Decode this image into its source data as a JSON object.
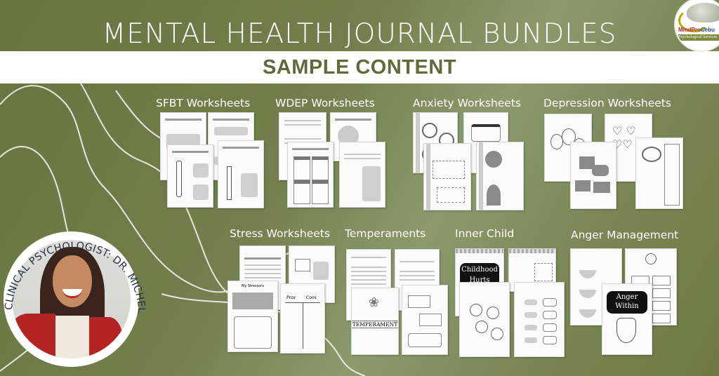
{
  "header": {
    "title": "MENTAL HEALTH JOURNAL BUNDLES",
    "subtitle": "SAMPLE CONTENT"
  },
  "logo": {
    "brand_part1": "MindPro",
    "brand_part2": "Cebu",
    "tagline": "Psychological Services"
  },
  "portrait": {
    "caption": "CLINICAL PSYCHOLOGIST: DR. MICHELLE ABELLA CELLONA"
  },
  "colors": {
    "background": "#6f7c47",
    "banner": "#ffffff",
    "subtitle_text": "#5f6b38",
    "jacket": "#b52424"
  },
  "sections": [
    {
      "title": "SFBT Worksheets"
    },
    {
      "title": "WDEP Worksheets"
    },
    {
      "title": "Anxiety Worksheets"
    },
    {
      "title": "Depression Worksheets"
    },
    {
      "title": "Stress Worksheets"
    },
    {
      "title": "Temperaments"
    },
    {
      "title": "Inner Child"
    },
    {
      "title": "Anger Management"
    }
  ],
  "page_labels": {
    "temperament_cover": "TEMPERAMENT",
    "childhood_line1": "Childhood",
    "childhood_line2": "Hurts",
    "anger_line1": "Anger",
    "anger_line2": "Within",
    "stress_pros": "Pros",
    "stress_cons": "Cons",
    "stress_stressors": "My Stressors"
  }
}
